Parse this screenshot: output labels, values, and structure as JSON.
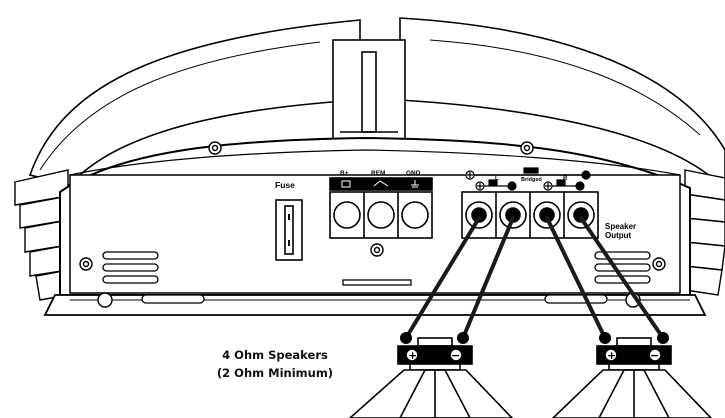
{
  "diagram": {
    "fuse_label": "Fuse",
    "power_terminals": [
      "B+",
      "REM",
      "GND"
    ],
    "bridged_label": "Bridged",
    "channel_left_label": "L",
    "channel_right_label": "R",
    "speaker_output_label_line1": "Speaker",
    "speaker_output_label_line2": "Output",
    "caption_line1": "4 Ohm Speakers",
    "caption_line2": "(2 Ohm Minimum)",
    "speaker_terminal_plus": "+",
    "speaker_terminal_minus": "−",
    "colors": {
      "line": "#000000",
      "fill": "#ffffff",
      "wire": "#1a1a1a"
    }
  }
}
